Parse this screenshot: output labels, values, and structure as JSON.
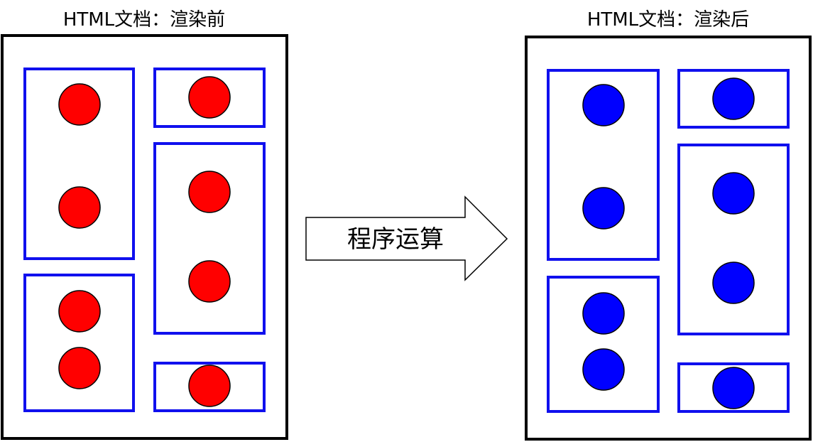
{
  "diagram": {
    "before_title": "HTML文档：渲染前",
    "after_title": "HTML文档：渲染后",
    "arrow_label": "程序运算",
    "colors": {
      "container_border": "#1010ee",
      "before_dot": "#ff0000",
      "after_dot": "#0000ff",
      "doc_border": "#000000"
    },
    "panels": [
      {
        "id": "before",
        "dot_color": "red"
      },
      {
        "id": "after",
        "dot_color": "blue"
      }
    ]
  }
}
